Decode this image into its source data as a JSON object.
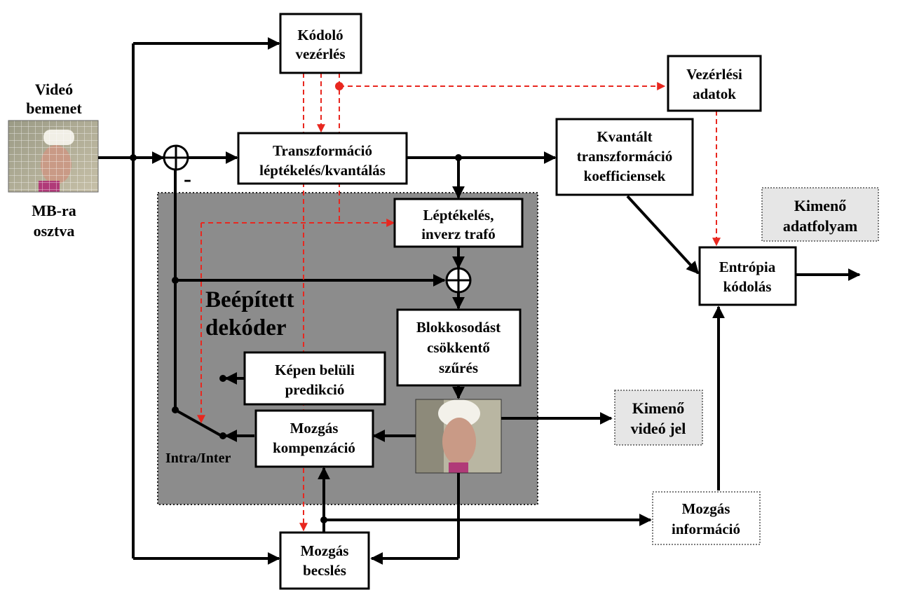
{
  "input": {
    "title_line1": "Videó",
    "title_line2": "bemenet",
    "caption_line1": "MB-ra",
    "caption_line2": "osztva"
  },
  "blocks": {
    "encoder_control": [
      "Kódoló",
      "vezérlés"
    ],
    "control_data": [
      "Vezérlési",
      "adatok"
    ],
    "transform": [
      "Transzformáció",
      "léptékelés/kvantálás"
    ],
    "quantized_coeffs": [
      "Kvantált",
      "transzformáció",
      "koefficiensek"
    ],
    "output_stream": [
      "Kimenő",
      "adatfolyam"
    ],
    "inverse_transform": [
      "Léptékelés,",
      "inverz trafó"
    ],
    "entropy_coding": [
      "Entrópia",
      "kódolás"
    ],
    "deblocking": [
      "Blokkosodást",
      "csökkentő",
      "szűrés"
    ],
    "intra_prediction": [
      "Képen belüli",
      "predikció"
    ],
    "motion_compensation": [
      "Mozgás",
      "kompenzáció"
    ],
    "output_video": [
      "Kimenő",
      "videó jel"
    ],
    "motion_info": [
      "Mozgás",
      "információ"
    ],
    "motion_estimation": [
      "Mozgás",
      "becslés"
    ]
  },
  "decoder_label": [
    "Beépített",
    "dekóder"
  ],
  "minus_sign": "-",
  "switch_label": "Intra/Inter",
  "colors": {
    "decoder_bg": "#8c8c8c",
    "control_line": "#e8271f",
    "output_box_bg": "#e6e6e6"
  }
}
